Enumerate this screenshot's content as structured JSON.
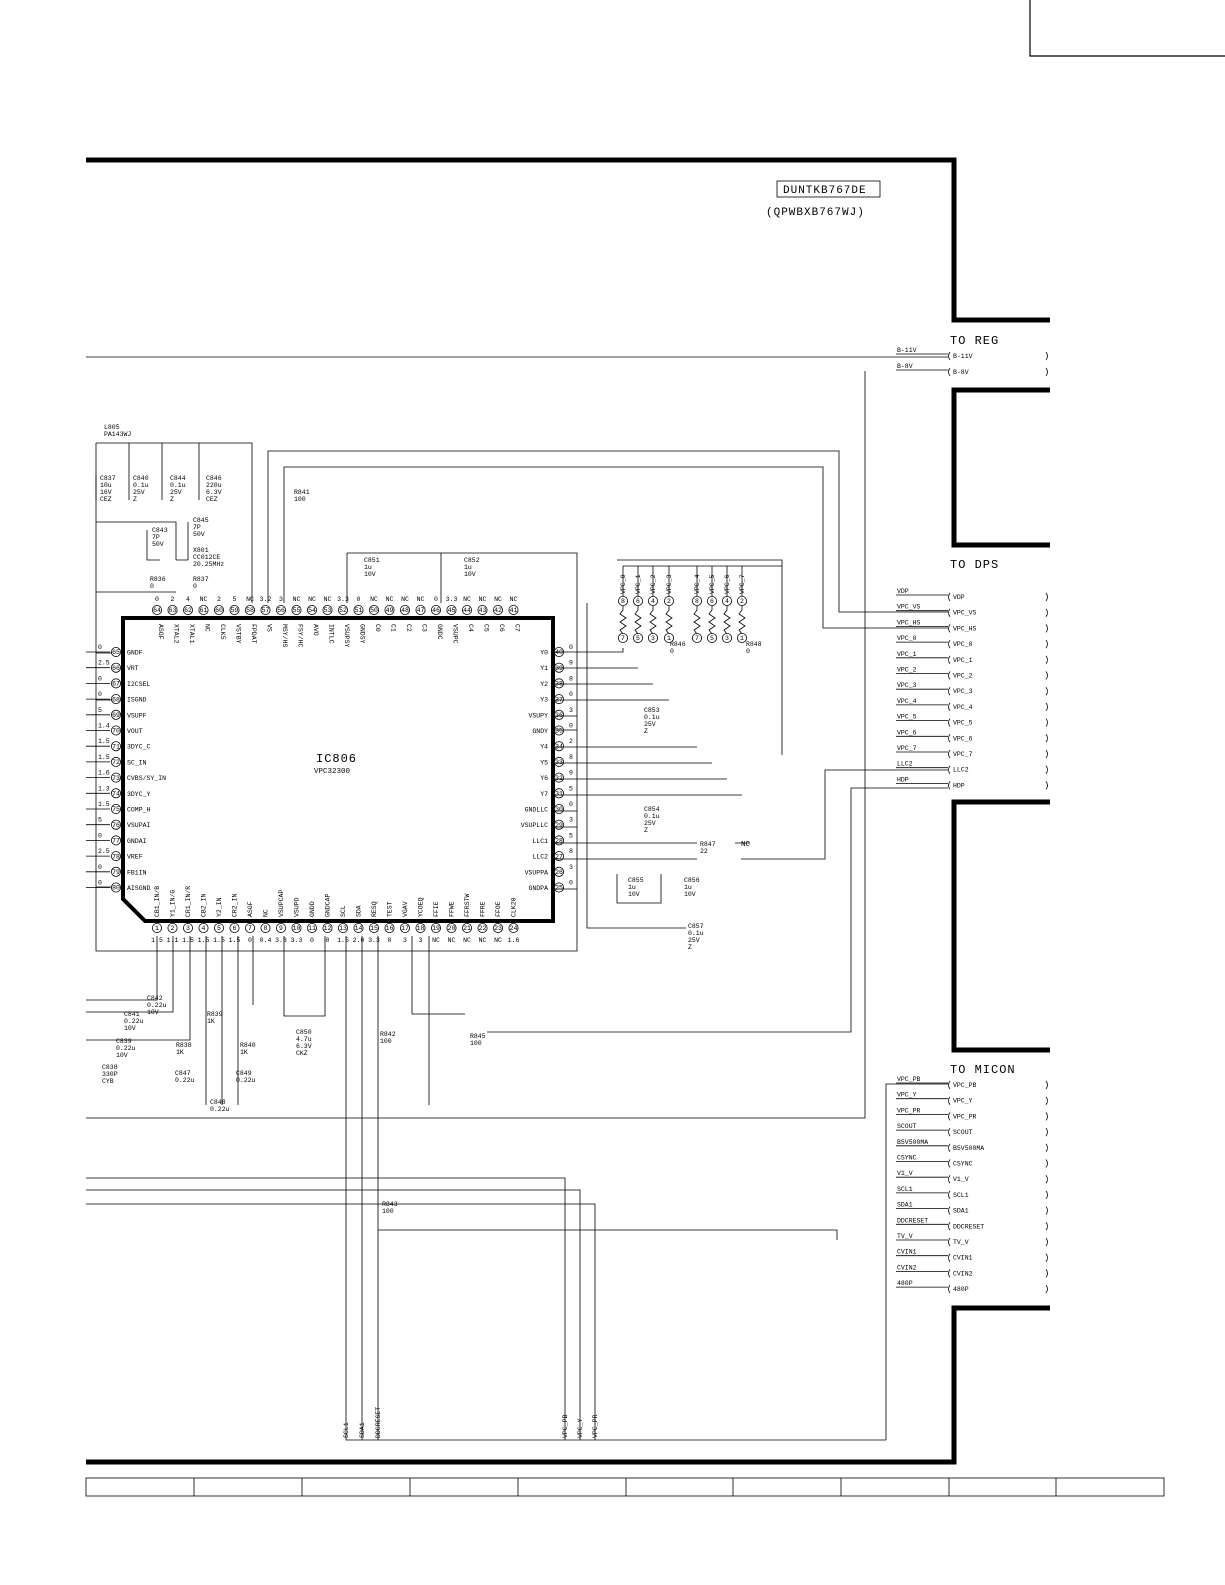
{
  "board": {
    "part_number": "DUNTKB767DE",
    "pcb_number": "(QPWBXB767WJ)"
  },
  "ic": {
    "ref": "IC806",
    "part": "VPC32300"
  },
  "connectors": {
    "reg": {
      "title": "TO REG",
      "signals": [
        "B-11V",
        "B-8V"
      ]
    },
    "dps": {
      "title": "TO DPS",
      "signals": [
        "VDP",
        "VPC_VS",
        "VPC_HS",
        "VPC_0",
        "VPC_1",
        "VPC_2",
        "VPC_3",
        "VPC_4",
        "VPC_5",
        "VPC_6",
        "VPC_7",
        "LLC2",
        "HDP"
      ]
    },
    "micon": {
      "title": "TO MICON",
      "signals": [
        "VPC_PB",
        "VPC_Y",
        "VPC_PR",
        "SCOUT",
        "B5V500MA",
        "CSYNC",
        "V1_V",
        "SCL1",
        "SDA1",
        "DDCRESET",
        "TV_V",
        "CVIN1",
        "CVIN2",
        "480P"
      ]
    }
  },
  "ic_pins": {
    "left": [
      {
        "num": "65",
        "name": "GNDF",
        "v": "0"
      },
      {
        "num": "66",
        "name": "VRT",
        "v": "2.5"
      },
      {
        "num": "67",
        "name": "I2CSEL",
        "v": "0"
      },
      {
        "num": "68",
        "name": "ISGND",
        "v": "0"
      },
      {
        "num": "69",
        "name": "VSUPF",
        "v": "5"
      },
      {
        "num": "70",
        "name": "VOUT",
        "v": "1.4"
      },
      {
        "num": "71",
        "name": "3DYC_C",
        "v": "1.5"
      },
      {
        "num": "72",
        "name": "SC_IN",
        "v": "1.5"
      },
      {
        "num": "73",
        "name": "CVBS/SY_IN",
        "v": "1.6"
      },
      {
        "num": "74",
        "name": "3DYC_Y",
        "v": "1.3"
      },
      {
        "num": "75",
        "name": "COMP_H",
        "v": "1.5"
      },
      {
        "num": "76",
        "name": "VSUPAI",
        "v": "5"
      },
      {
        "num": "77",
        "name": "GNDAI",
        "v": "0"
      },
      {
        "num": "78",
        "name": "VREF",
        "v": "2.5"
      },
      {
        "num": "79",
        "name": "FB1IN",
        "v": "0"
      },
      {
        "num": "80",
        "name": "AISGND",
        "v": "0"
      }
    ],
    "top": [
      {
        "num": "64",
        "name": "ASGF",
        "v": "0"
      },
      {
        "num": "63",
        "name": "XTAL2",
        "v": "2"
      },
      {
        "num": "62",
        "name": "XTAL1",
        "v": "4"
      },
      {
        "num": "61",
        "name": "NC",
        "v": "NC"
      },
      {
        "num": "60",
        "name": "CLK5",
        "v": "2"
      },
      {
        "num": "59",
        "name": "VSTBY",
        "v": "5"
      },
      {
        "num": "58",
        "name": "FPDAT",
        "v": "NC"
      },
      {
        "num": "57",
        "name": "VS",
        "v": "3.2"
      },
      {
        "num": "56",
        "name": "MSY/HS",
        "v": "3"
      },
      {
        "num": "55",
        "name": "FSY/HC",
        "v": "NC"
      },
      {
        "num": "54",
        "name": "AVO",
        "v": "NC"
      },
      {
        "num": "53",
        "name": "INTLC",
        "v": "NC"
      },
      {
        "num": "52",
        "name": "VSUPSY",
        "v": "3.3"
      },
      {
        "num": "51",
        "name": "GNDSY",
        "v": "0"
      },
      {
        "num": "50",
        "name": "C0",
        "v": "NC"
      },
      {
        "num": "49",
        "name": "C1",
        "v": "NC"
      },
      {
        "num": "48",
        "name": "C2",
        "v": "NC"
      },
      {
        "num": "47",
        "name": "C3",
        "v": "NC"
      },
      {
        "num": "46",
        "name": "GNDC",
        "v": "0"
      },
      {
        "num": "45",
        "name": "VSUPC",
        "v": "3.3"
      },
      {
        "num": "44",
        "name": "C4",
        "v": "NC"
      },
      {
        "num": "43",
        "name": "C5",
        "v": "NC"
      },
      {
        "num": "42",
        "name": "C6",
        "v": "NC"
      },
      {
        "num": "41",
        "name": "C7",
        "v": "NC"
      }
    ],
    "right": [
      {
        "num": "40",
        "name": "Y0",
        "v": "0"
      },
      {
        "num": "39",
        "name": "Y1",
        "v": "9"
      },
      {
        "num": "38",
        "name": "Y2",
        "v": "8"
      },
      {
        "num": "37",
        "name": "Y3",
        "v": "0"
      },
      {
        "num": "36",
        "name": "VSUPY",
        "v": "3"
      },
      {
        "num": "35",
        "name": "GNDY",
        "v": "0"
      },
      {
        "num": "34",
        "name": "Y4",
        "v": "2"
      },
      {
        "num": "33",
        "name": "Y5",
        "v": "8"
      },
      {
        "num": "32",
        "name": "Y6",
        "v": "9"
      },
      {
        "num": "31",
        "name": "Y7",
        "v": "5"
      },
      {
        "num": "30",
        "name": "GNDLLC",
        "v": "0"
      },
      {
        "num": "29",
        "name": "VSUPLLC",
        "v": "3"
      },
      {
        "num": "28",
        "name": "LLC1",
        "v": "5"
      },
      {
        "num": "27",
        "name": "LLC2",
        "v": "8"
      },
      {
        "num": "26",
        "name": "VSUPPA",
        "v": "3"
      },
      {
        "num": "25",
        "name": "GNDPA",
        "v": "0"
      }
    ],
    "bottom": [
      {
        "num": "1",
        "name": "CB1_IN/B",
        "v": "1.5"
      },
      {
        "num": "2",
        "name": "Y1_IN/G",
        "v": "1.1"
      },
      {
        "num": "3",
        "name": "CR1_IN/R",
        "v": "1.5"
      },
      {
        "num": "4",
        "name": "CB2_IN",
        "v": "1.5"
      },
      {
        "num": "5",
        "name": "Y2_IN",
        "v": "1.5"
      },
      {
        "num": "6",
        "name": "CR2_IN",
        "v": "1.5"
      },
      {
        "num": "7",
        "name": "ASGF",
        "v": "0"
      },
      {
        "num": "8",
        "name": "NC",
        "v": "0.4"
      },
      {
        "num": "9",
        "name": "VSUPCAP",
        "v": "3.3"
      },
      {
        "num": "10",
        "name": "VSUPD",
        "v": "3.3"
      },
      {
        "num": "11",
        "name": "GNDD",
        "v": "0"
      },
      {
        "num": "12",
        "name": "GNDCAP",
        "v": "0"
      },
      {
        "num": "13",
        "name": "SCL",
        "v": "1.5"
      },
      {
        "num": "14",
        "name": "SDA",
        "v": "2.0"
      },
      {
        "num": "15",
        "name": "RESQ",
        "v": "3.3"
      },
      {
        "num": "16",
        "name": "TEST",
        "v": "0"
      },
      {
        "num": "17",
        "name": "VGAV",
        "v": "3"
      },
      {
        "num": "18",
        "name": "YCOEQ",
        "v": "3"
      },
      {
        "num": "19",
        "name": "FFIE",
        "v": "NC"
      },
      {
        "num": "20",
        "name": "FFWE",
        "v": "NC"
      },
      {
        "num": "21",
        "name": "FFRSTW",
        "v": "NC"
      },
      {
        "num": "22",
        "name": "FFRE",
        "v": "NC"
      },
      {
        "num": "23",
        "name": "FFOE",
        "v": "NC"
      },
      {
        "num": "24",
        "name": "CLK20",
        "v": "1.6"
      }
    ]
  },
  "components": [
    {
      "ref": "L805",
      "value": "PA143WJ"
    },
    {
      "ref": "C837",
      "value": "10u 16V CEZ"
    },
    {
      "ref": "C840",
      "value": "0.1u 25V Z"
    },
    {
      "ref": "C844",
      "value": "0.1u 25V Z"
    },
    {
      "ref": "C846",
      "value": "220u 6.3V CEZ"
    },
    {
      "ref": "C843",
      "value": "7P 50V"
    },
    {
      "ref": "C845",
      "value": "7P 50V"
    },
    {
      "ref": "X801",
      "value": "CC012CE 20.25MHz"
    },
    {
      "ref": "R836",
      "value": "0"
    },
    {
      "ref": "R837",
      "value": "0"
    },
    {
      "ref": "R841",
      "value": "100"
    },
    {
      "ref": "C851",
      "value": "1u 10V"
    },
    {
      "ref": "C852",
      "value": "1u 10V"
    },
    {
      "ref": "R846",
      "value": "0"
    },
    {
      "ref": "R848",
      "value": "0"
    },
    {
      "ref": "C853",
      "value": "0.1u 25V Z"
    },
    {
      "ref": "C854",
      "value": "0.1u 25V Z"
    },
    {
      "ref": "R847",
      "value": "22"
    },
    {
      "ref": "C855",
      "value": "1u 10V"
    },
    {
      "ref": "C856",
      "value": "1u 10V"
    },
    {
      "ref": "C857",
      "value": "0.1u 25V Z"
    },
    {
      "ref": "C842",
      "value": "0.22u 10V"
    },
    {
      "ref": "C841",
      "value": "0.22u 10V"
    },
    {
      "ref": "C839",
      "value": "0.22u 10V"
    },
    {
      "ref": "C838",
      "value": "330P CYB"
    },
    {
      "ref": "R838",
      "value": "1K"
    },
    {
      "ref": "R839",
      "value": "1K"
    },
    {
      "ref": "R840",
      "value": "1K"
    },
    {
      "ref": "C847",
      "value": "0.22u"
    },
    {
      "ref": "C848",
      "value": "0.22u"
    },
    {
      "ref": "C849",
      "value": "0.22u"
    },
    {
      "ref": "C850",
      "value": "4.7u 6.3V CKZ"
    },
    {
      "ref": "R842",
      "value": "100"
    },
    {
      "ref": "R845",
      "value": "100"
    },
    {
      "ref": "R843",
      "value": "100"
    }
  ],
  "pack_nets": [
    "VPC_0",
    "VPC_1",
    "VPC_2",
    "VPC_3",
    "VPC_4",
    "VPC_5",
    "VPC_6",
    "VPC_7"
  ],
  "bottom_nets": [
    "SCL1",
    "SDA1",
    "DDCRESET",
    "VPC_PB",
    "VPC_Y",
    "VPC_PR"
  ],
  "nc_label": "NC"
}
